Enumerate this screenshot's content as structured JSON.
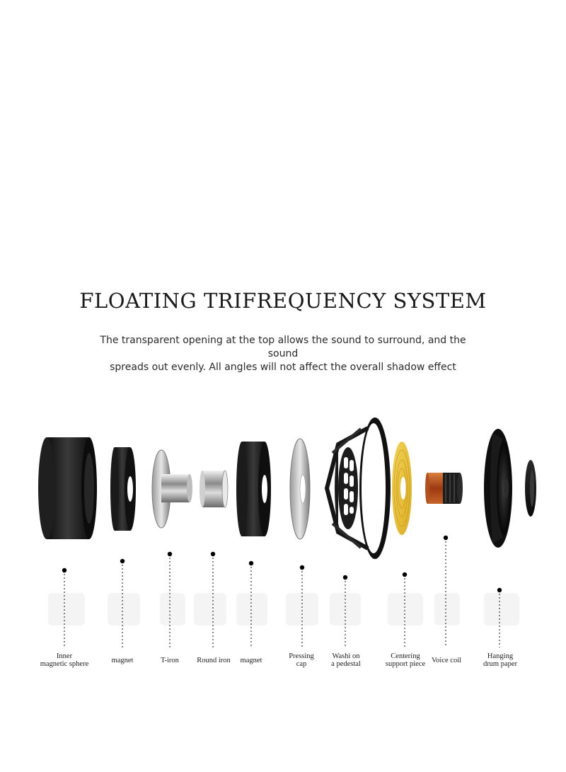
{
  "header": {
    "title": "FLOATING TRIFREQUENCY SYSTEM",
    "subtitle_line1": "The transparent opening at the top allows the sound to surround, and the sound",
    "subtitle_line2": "spreads out evenly. All angles will not affect the overall shadow effect"
  },
  "components": [
    {
      "line1": "Inner",
      "line2": "magnetic sphere"
    },
    {
      "line1": "magnet",
      "line2": ""
    },
    {
      "line1": "T-iron",
      "line2": ""
    },
    {
      "line1": "Round iron",
      "line2": ""
    },
    {
      "line1": "magnet",
      "line2": ""
    },
    {
      "line1": "Pressing",
      "line2": "cap"
    },
    {
      "line1": "Washi on",
      "line2": "a pedestal"
    },
    {
      "line1": "Centering",
      "line2": "support piece"
    },
    {
      "line1": "Voice coil",
      "line2": ""
    },
    {
      "line1": "Hanging",
      "line2": "drum paper"
    }
  ],
  "colors": {
    "part_dark": "#1c1c1c",
    "metal": "#c8c8c8",
    "spider_yellow": "#e8c23a",
    "coil_copper": "#b8521e",
    "text": "#1a1a1a"
  }
}
